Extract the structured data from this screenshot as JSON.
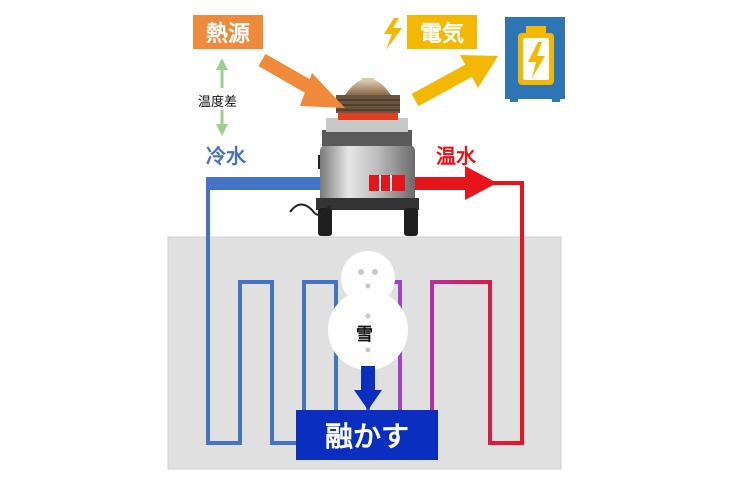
{
  "labels": {
    "heat_source": "熱源",
    "electricity": "電気",
    "temp_diff": "温度差",
    "cold_water": "冷水",
    "hot_water": "温水",
    "snow": "雪",
    "melt": "融かす"
  },
  "icons": {
    "lightning": "lightning-icon",
    "battery": "battery-charging-icon",
    "engine": "stirling-engine-device",
    "snowman": "snowman-icon"
  },
  "colors": {
    "heat_box": "#ee8a3a",
    "electric_box": "#f4b800",
    "cold": "#4472c4",
    "hot": "#e8141c",
    "battery": "#2e75b6",
    "melt_box": "#0a2fc0",
    "ground": "#e0e0e0"
  }
}
